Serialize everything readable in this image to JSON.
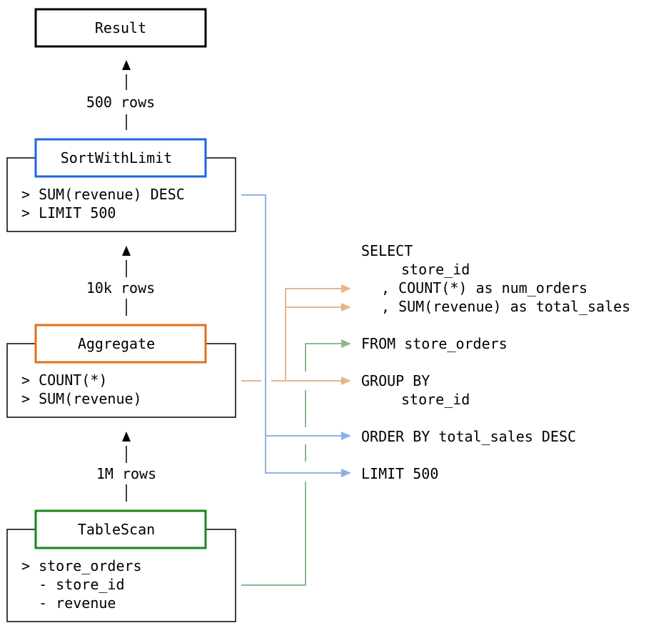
{
  "result": {
    "label": "Result"
  },
  "edges": {
    "sort_to_result": "500 rows",
    "agg_to_sort": "10k rows",
    "scan_to_agg": "1M rows"
  },
  "nodes": {
    "sort": {
      "title": "SortWithLimit",
      "color": "#1f66e0",
      "details": [
        "> SUM(revenue) DESC",
        "> LIMIT 500"
      ]
    },
    "aggregate": {
      "title": "Aggregate",
      "color": "#e0701a",
      "details": [
        "> COUNT(*)",
        "> SUM(revenue)"
      ]
    },
    "scan": {
      "title": "TableScan",
      "color": "#1a861a",
      "details": [
        "> store_orders",
        "  - store_id",
        "  - revenue"
      ]
    }
  },
  "sql": {
    "select": "SELECT",
    "select_col1": "store_id",
    "select_col2": ", COUNT(*) as num_orders",
    "select_col3": ", SUM(revenue) as total_sales",
    "from": "FROM store_orders",
    "group_by": "GROUP BY",
    "group_col": "store_id",
    "order_by": "ORDER BY total_sales DESC",
    "limit": "LIMIT 500"
  },
  "connector_colors": {
    "sort": "#8fb0e8",
    "aggregate": "#e8b48a",
    "scan": "#90b890"
  }
}
